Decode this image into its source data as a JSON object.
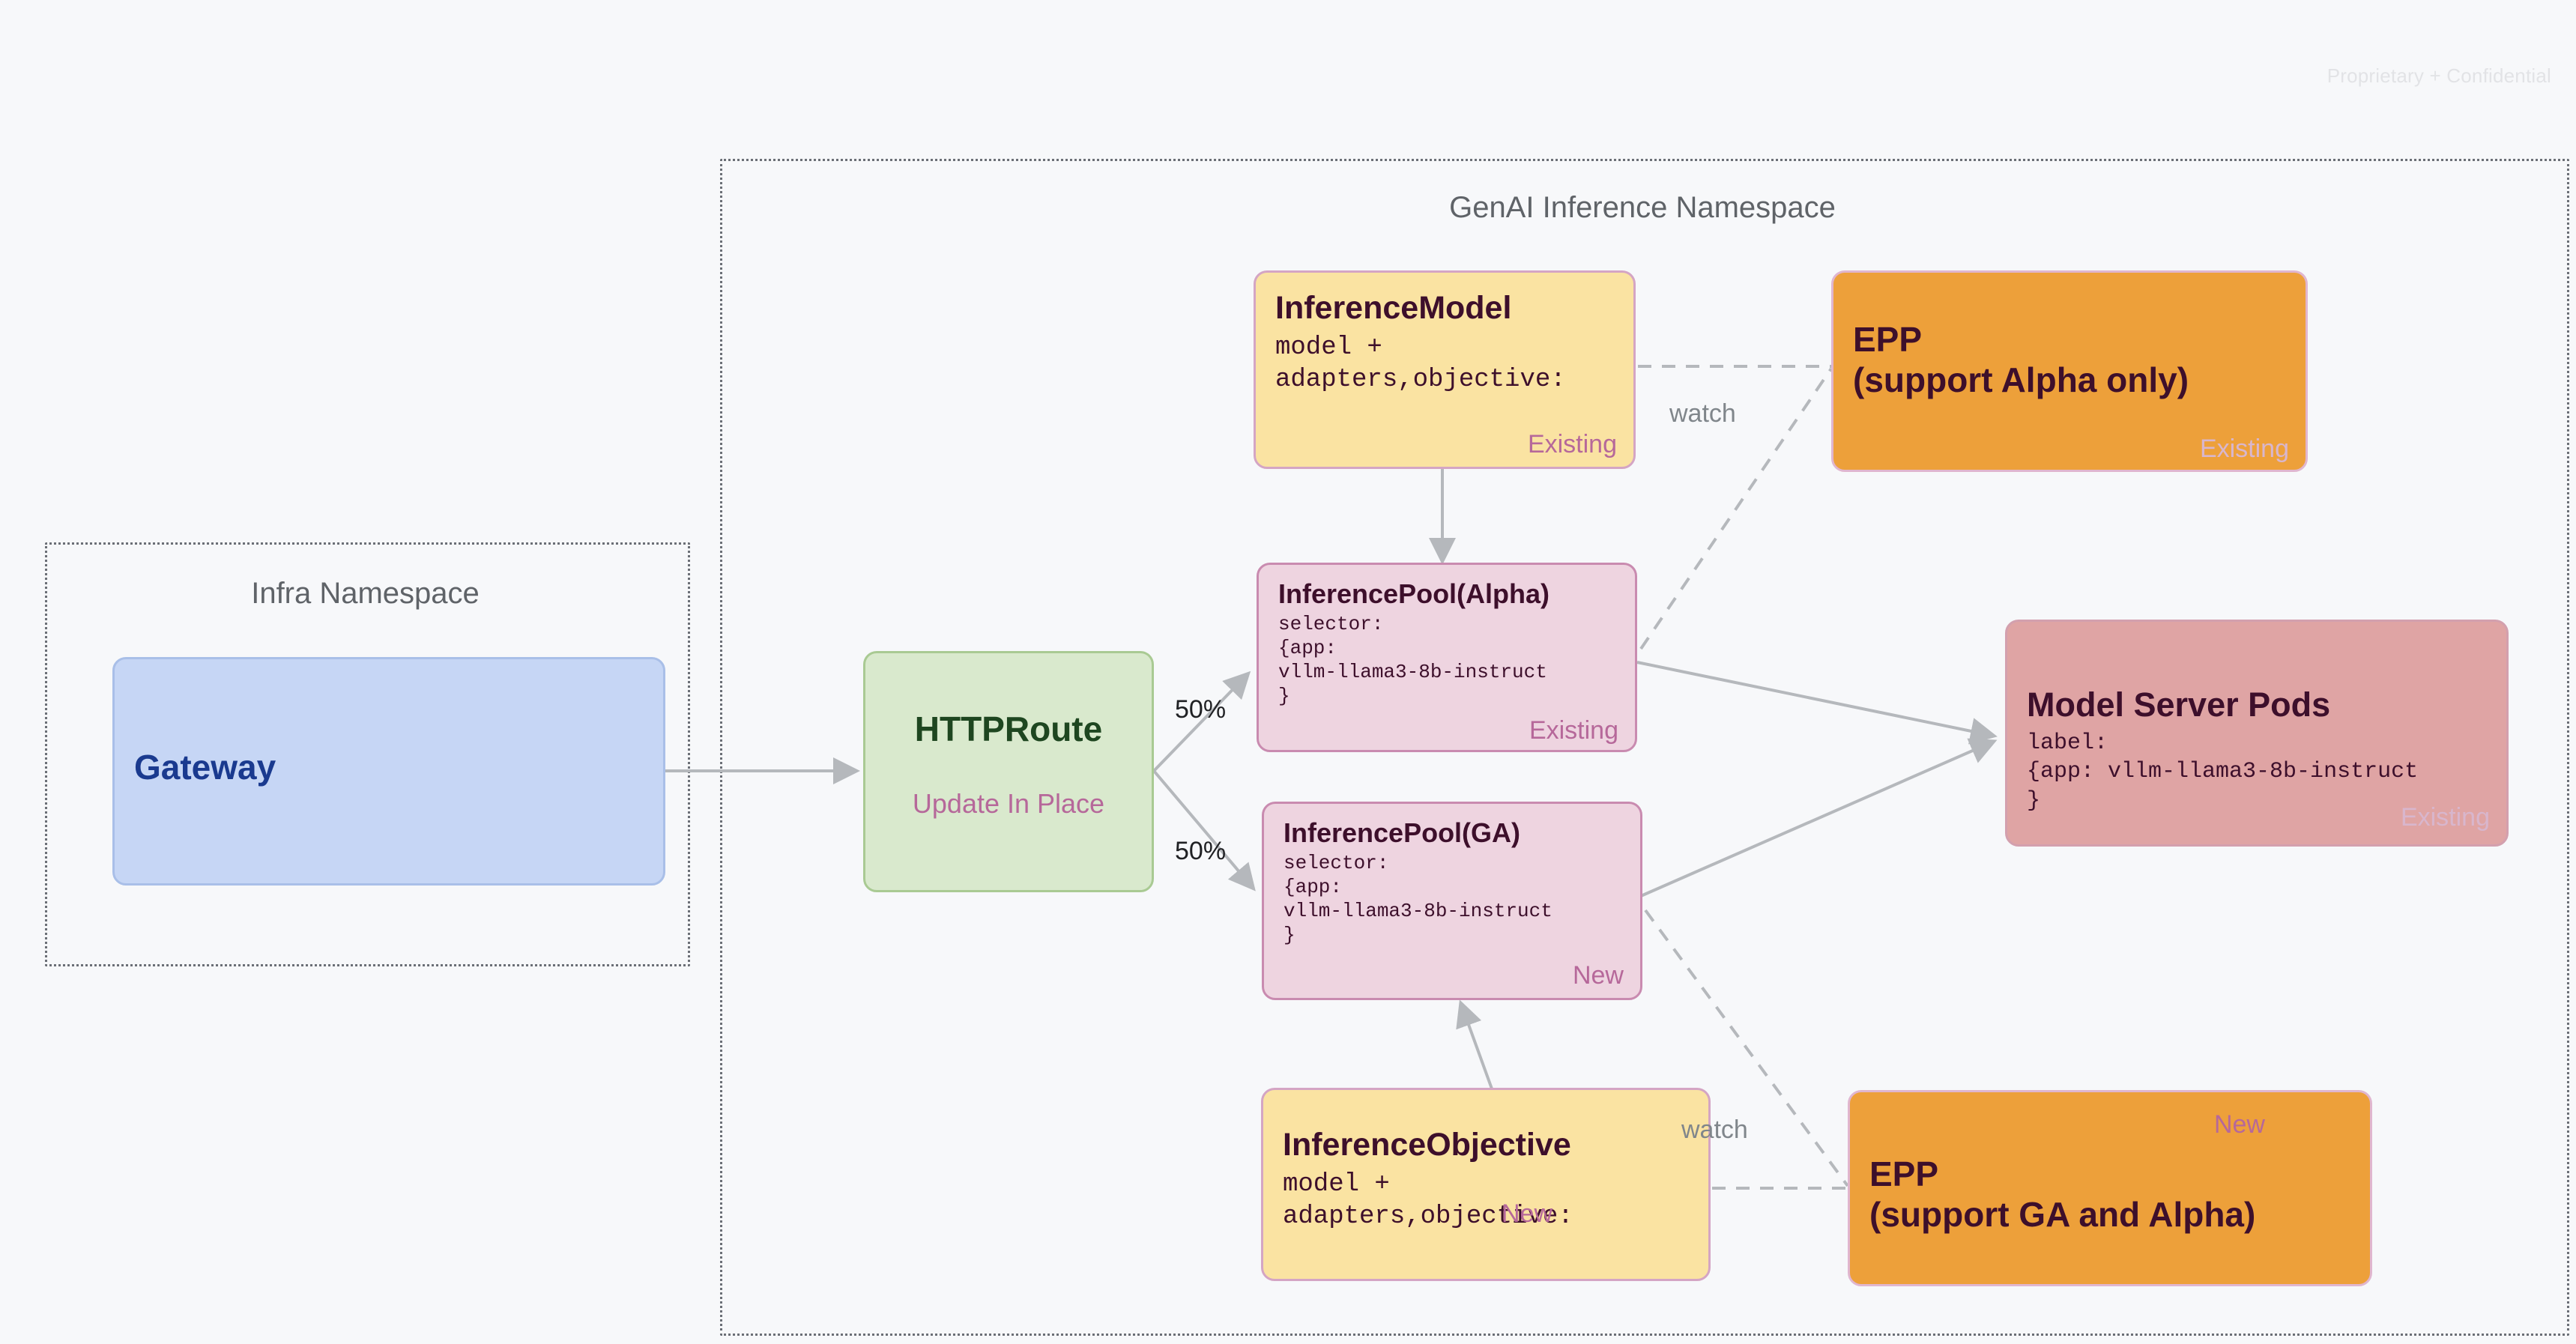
{
  "watermark": "Proprietary + Confidential",
  "namespaces": [
    {
      "id": "infra",
      "title": "Infra Namespace"
    },
    {
      "id": "genai",
      "title": "GenAI Inference Namespace"
    }
  ],
  "nodes": {
    "gateway": {
      "title": "Gateway",
      "body": "",
      "tag": ""
    },
    "httproute": {
      "title": "HTTPRoute",
      "body": "",
      "tag": "Update In Place"
    },
    "inference_model": {
      "title": "InferenceModel",
      "body": "model +\nadapters,objective:",
      "tag": "Existing"
    },
    "inference_pool_alpha": {
      "title": "InferencePool(Alpha)",
      "body": "selector:\n{app:\nvllm-llama3-8b-instruct\n}",
      "tag": "Existing"
    },
    "inference_pool_ga": {
      "title": "InferencePool(GA)",
      "body": "selector:\n{app:\nvllm-llama3-8b-instruct\n}",
      "tag": "New"
    },
    "inference_objective": {
      "title": "InferenceObjective",
      "body": "model +\nadapters,objective:",
      "tag": "New"
    },
    "epp_alpha": {
      "title": "EPP\n(support Alpha only)",
      "body": "",
      "tag": "Existing"
    },
    "epp_ga": {
      "title": "EPP\n(support GA and Alpha)",
      "body": "",
      "tag": "New"
    },
    "model_server_pods": {
      "title": "Model Server Pods",
      "body": "label:\n{app: vllm-llama3-8b-instruct\n}",
      "tag": "Existing"
    }
  },
  "edges": {
    "split_top": "50%",
    "split_bottom": "50%",
    "watch_top": "watch",
    "watch_bottom": "watch"
  },
  "colors": {
    "page_background": "#f7f8fa",
    "yellow_fill": "#fae3a2",
    "pink_fill": "#eed4e0",
    "orange_fill": "#eda03a",
    "red_fill": "#dfa4a4",
    "blue_fill": "#c6d6f5",
    "green_fill": "#d9e9cd",
    "node_border_pink": "#d4a5c4",
    "tag_text": "#b6689a",
    "title_text": "#3d0f2b",
    "gateway_text": "#1a3a8f",
    "httproute_text": "#1e4620",
    "namespace_text": "#5f6368",
    "edge_line": "#b5b8bc",
    "watermark_text": "#e2e3e6"
  }
}
